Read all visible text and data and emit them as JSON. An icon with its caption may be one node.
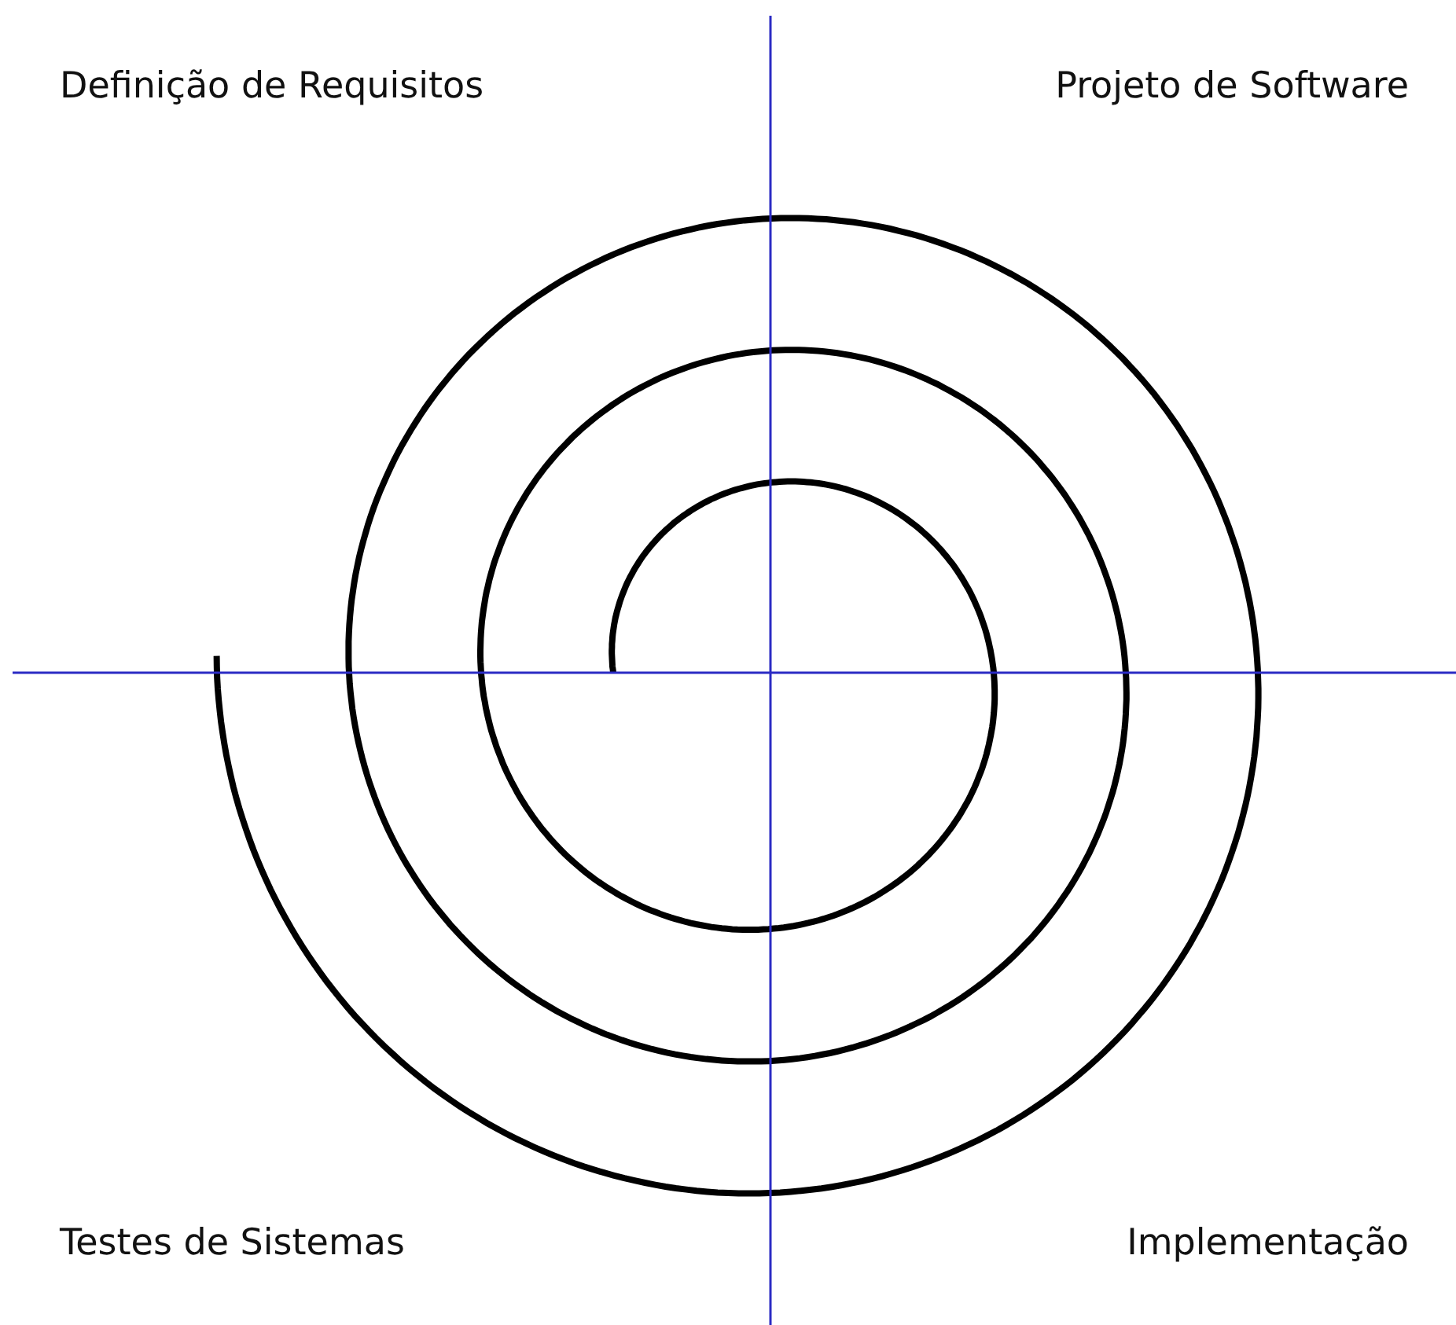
{
  "diagram": {
    "labels": [
      "Definição de Requisitos",
      "Projeto de Software",
      "Testes de Sistemas",
      "Implementação"
    ]
  }
}
